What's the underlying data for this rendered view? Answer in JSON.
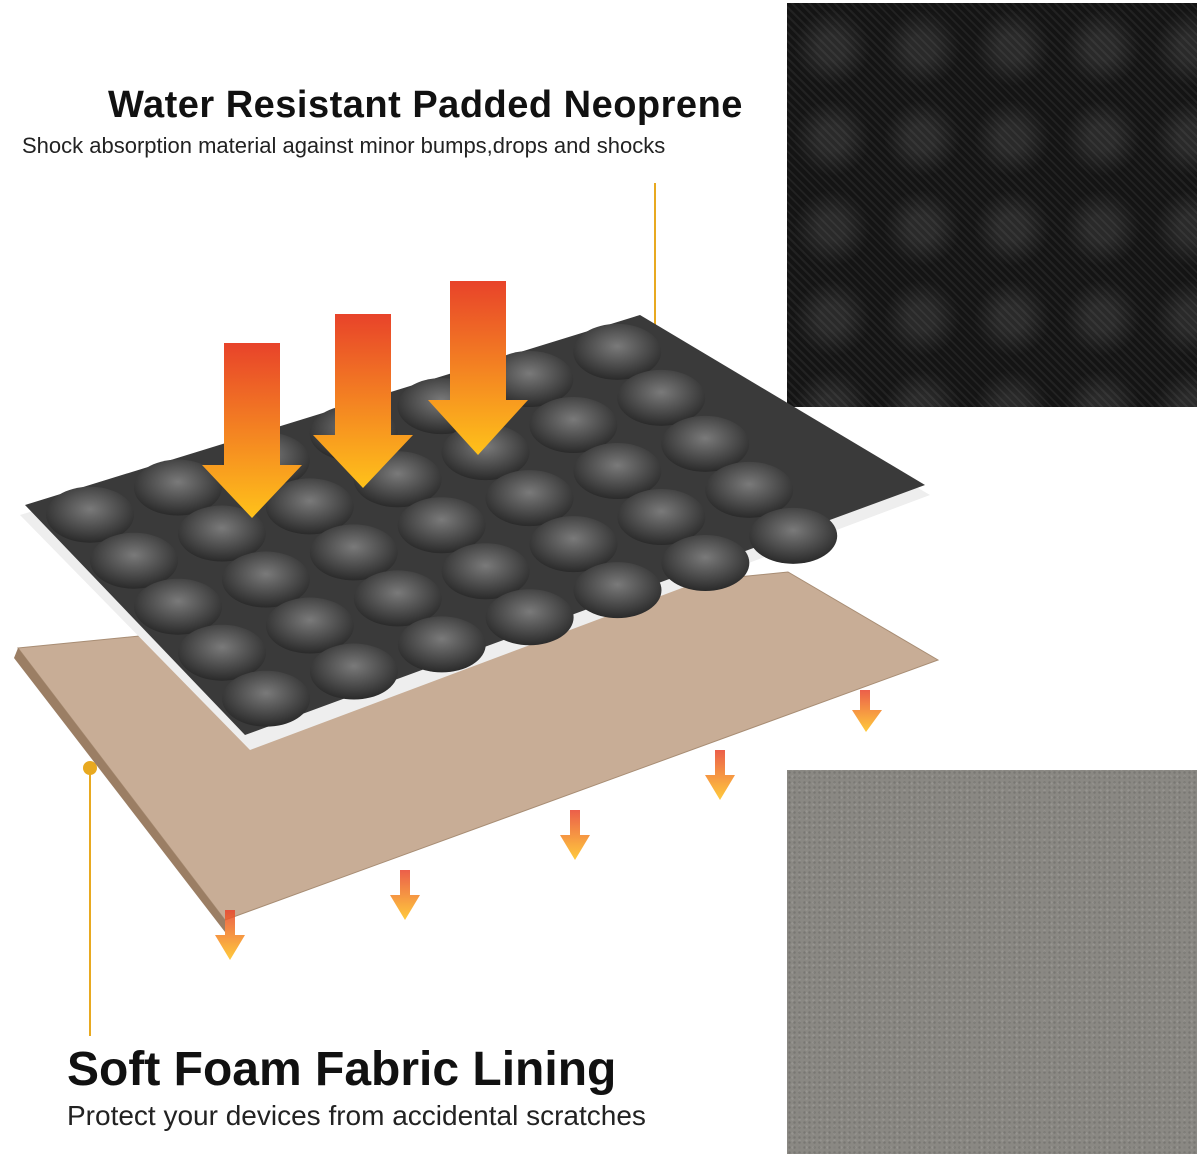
{
  "top_feature": {
    "title": "Water Resistant Padded Neoprene",
    "description": "Shock absorption material against minor bumps,drops and shocks"
  },
  "bottom_feature": {
    "title": "Soft Foam Fabric Lining",
    "description": "Protect your devices from accidental scratches"
  },
  "colors": {
    "accent": "#e8a920",
    "neoprene": "#3a3a3a",
    "lining": "#c8ad96",
    "arrow_top": "#e8432a",
    "arrow_bottom": "#ffc21a"
  }
}
